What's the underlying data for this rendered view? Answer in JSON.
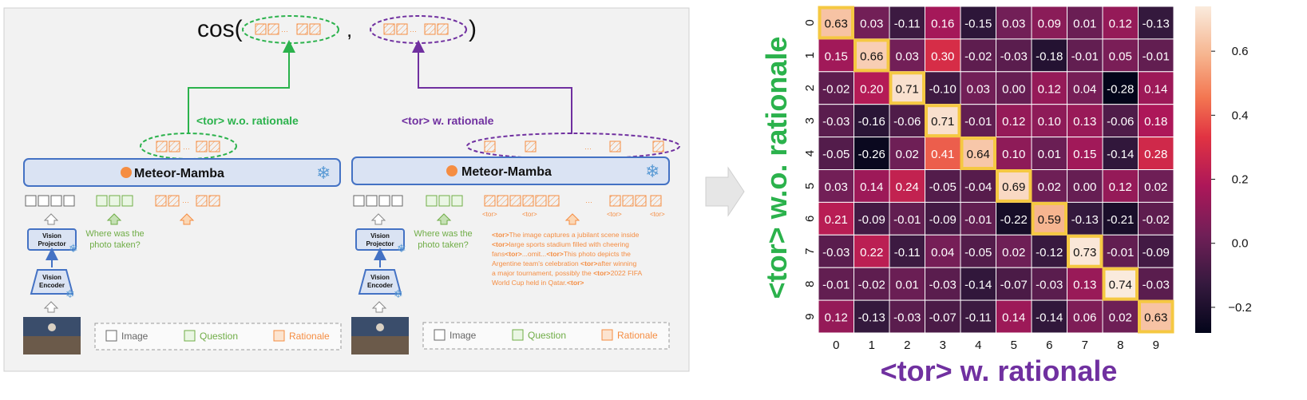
{
  "left": {
    "cos_label": "cos(",
    "cos_close": ")",
    "cos_comma": ",",
    "ellipsis": "···",
    "wo_label": "<tor> w.o. rationale",
    "w_label": "<tor> w. rationale",
    "model_name": "Meteor-Mamba",
    "vision_projector": [
      "Vision",
      "Projector"
    ],
    "vision_encoder": [
      "Vision",
      "Encoder"
    ],
    "question_text": [
      "Where was the",
      "photo taken?"
    ],
    "tor_token": "<tor>",
    "rationale_lines": [
      {
        "tor": "<tor>",
        "text": "The image captures a jubilant scene inside"
      },
      {
        "tor": "<tor>",
        "text": "large sports stadium filled with cheering"
      },
      {
        "pre": "fans",
        "tor": "<tor>",
        "text": "...omit...",
        "tor2": "<tor>",
        "text2": "This photo depicts the"
      },
      {
        "pre": "Argentine team's celebration ",
        "tor": "<tor>",
        "text": "after winning"
      },
      {
        "pre": "a major tournament, possibly the ",
        "tor": "<tor>",
        "text": "2022 FIFA"
      },
      {
        "pre": "World Cup held in Qatar.",
        "tor": "<tor>",
        "text": ""
      }
    ],
    "legend": {
      "image": "Image",
      "question": "Question",
      "rationale": "Rationale"
    }
  },
  "colors": {
    "green": "#2bb24c",
    "purple": "#7030a0",
    "orange": "#f58d42",
    "blue": "#4472c4",
    "model_fill": "#dae3f3",
    "panel_bg": "#f2f2f2",
    "highlight": "#f5c842"
  },
  "chart_data": {
    "type": "heatmap",
    "title": "",
    "xlabel": "<tor> w. rationale",
    "ylabel": "<tor> w.o. rationale",
    "x_ticks": [
      "0",
      "1",
      "2",
      "3",
      "4",
      "5",
      "6",
      "7",
      "8",
      "9"
    ],
    "y_ticks": [
      "0",
      "1",
      "2",
      "3",
      "4",
      "5",
      "6",
      "7",
      "8",
      "9"
    ],
    "values": [
      [
        0.63,
        0.03,
        -0.11,
        0.16,
        -0.15,
        0.03,
        0.09,
        0.01,
        0.12,
        -0.13
      ],
      [
        0.15,
        0.66,
        0.03,
        0.3,
        -0.02,
        -0.03,
        -0.18,
        -0.01,
        0.05,
        -0.01
      ],
      [
        -0.02,
        0.2,
        0.71,
        -0.1,
        0.03,
        -0.0,
        0.12,
        0.04,
        -0.28,
        0.14
      ],
      [
        -0.03,
        -0.16,
        -0.06,
        0.71,
        -0.01,
        0.12,
        0.1,
        0.13,
        -0.06,
        0.18
      ],
      [
        -0.05,
        -0.26,
        0.02,
        0.41,
        0.64,
        0.1,
        0.01,
        0.15,
        -0.14,
        0.28
      ],
      [
        0.03,
        0.14,
        0.24,
        -0.05,
        -0.04,
        0.69,
        0.02,
        -0.0,
        0.12,
        0.02
      ],
      [
        0.21,
        -0.09,
        -0.01,
        -0.09,
        -0.01,
        -0.22,
        0.59,
        -0.13,
        -0.21,
        -0.02
      ],
      [
        -0.03,
        0.22,
        -0.11,
        0.04,
        -0.05,
        0.02,
        -0.12,
        0.73,
        -0.01,
        -0.09
      ],
      [
        -0.01,
        -0.02,
        0.01,
        -0.03,
        -0.14,
        -0.07,
        -0.03,
        0.13,
        0.74,
        -0.03
      ],
      [
        0.12,
        -0.13,
        -0.03,
        -0.07,
        -0.11,
        0.14,
        -0.14,
        0.06,
        0.02,
        0.63
      ]
    ],
    "highlighted": "diagonal",
    "vmin": -0.28,
    "vmax": 0.74,
    "colorbar_ticks": [
      "0.6",
      "0.4",
      "0.2",
      "0.0",
      "−0.2"
    ],
    "colorbar_tick_values": [
      0.6,
      0.4,
      0.2,
      0.0,
      -0.2
    ],
    "colormap": "rocket"
  }
}
